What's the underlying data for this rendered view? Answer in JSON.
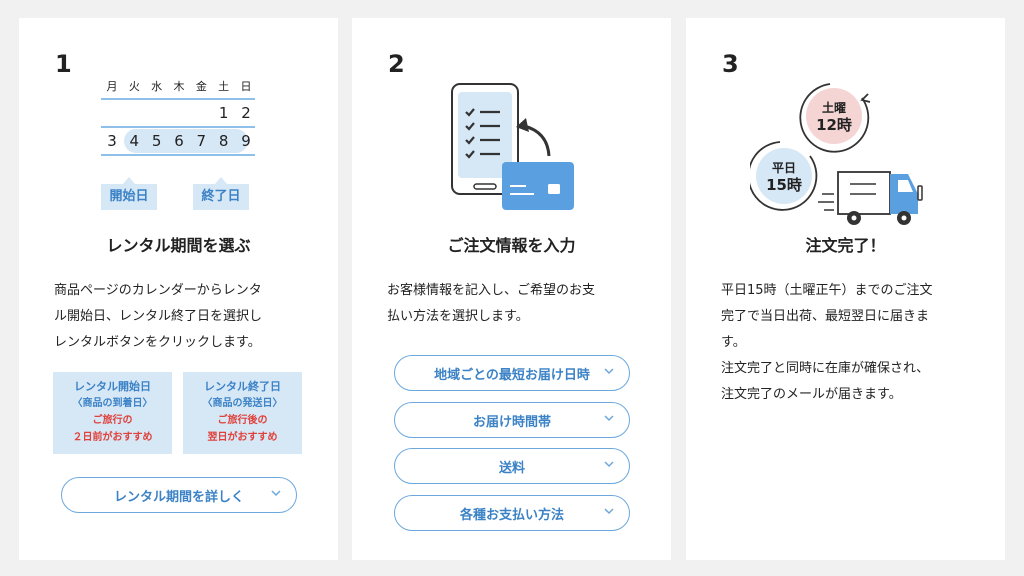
{
  "steps": [
    {
      "number": "1",
      "title": "レンタル期間を選ぶ",
      "description": [
        "商品ページのカレンダーからレンタ",
        "ル開始日、レンタル終了日を選択し",
        "レンタルボタンをクリックします。"
      ],
      "calendar": {
        "weekdays": [
          "月",
          "火",
          "水",
          "木",
          "金",
          "土",
          "日"
        ],
        "week1": [
          "",
          "",
          "",
          "",
          "",
          "1",
          "2"
        ],
        "week2": [
          "3",
          "4",
          "5",
          "6",
          "7",
          "8",
          "9"
        ],
        "start_tag": "開始日",
        "end_tag": "終了日"
      },
      "info_boxes": [
        {
          "title": "レンタル開始日",
          "sub": "〈商品の到着日〉",
          "note1": "ご旅行の",
          "note2": "２日前がおすすめ"
        },
        {
          "title": "レンタル終了日",
          "sub": "〈商品の発送日〉",
          "note1": "ご旅行後の",
          "note2": "翌日がおすすめ"
        }
      ],
      "button_label": "レンタル期間を詳しく"
    },
    {
      "number": "2",
      "title": "ご注文情報を入力",
      "description": [
        "お客様情報を記入し、ご希望のお支",
        "払い方法を選択します。"
      ],
      "accordions": [
        "地域ごとの最短お届け日時",
        "お届け時間帯",
        "送料",
        "各種お支払い方法"
      ]
    },
    {
      "number": "3",
      "title": "注文完了！",
      "description": [
        "平日15時（土曜正午）までのご注文",
        "完了で当日出荷、最短翌日に届きま",
        "す。",
        "注文完了と同時に在庫が確保され、",
        "注文完了のメールが届きます。"
      ],
      "badges": {
        "saturday_day": "土曜",
        "saturday_time": "12時",
        "weekday_day": "平日",
        "weekday_time": "15時"
      }
    }
  ],
  "colors": {
    "accent": "#3b82c6",
    "light_blue": "#d6e7f6",
    "red": "#e0413a",
    "pink_badge": "#f5d5d3"
  }
}
